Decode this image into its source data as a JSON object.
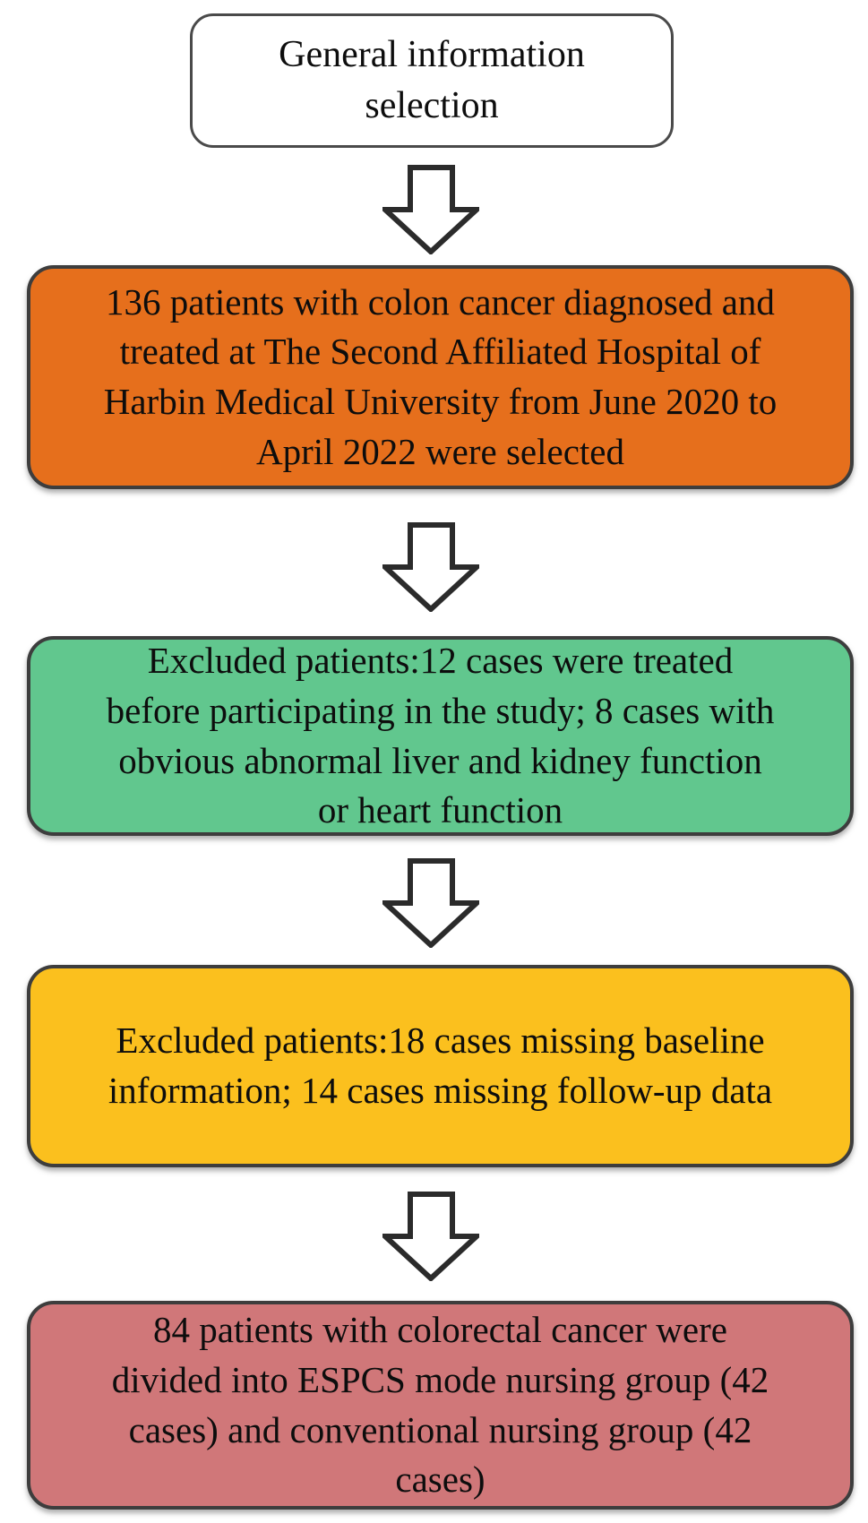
{
  "figure": {
    "type": "flowchart",
    "direction": "top-down",
    "nodes": [
      {
        "id": "start",
        "label": "General information\nselection",
        "fill": "#FFFFFF",
        "border": "#4A4A4A"
      },
      {
        "id": "selected",
        "label": "136 patients with colon cancer diagnosed and\ntreated at The Second Affiliated Hospital of\nHarbin Medical University from June 2020 to\nApril 2022 were selected",
        "fill": "#E66F1C",
        "border": "#3D3D3D"
      },
      {
        "id": "excluded-1",
        "label": "Excluded patients:12 cases were treated\nbefore participating in the study; 8 cases with\nobvious abnormal liver and kidney function\nor heart function",
        "fill": "#61C78E",
        "border": "#3D3D3D"
      },
      {
        "id": "excluded-2",
        "label": "Excluded patients:18 cases missing baseline\ninformation; 14 cases missing follow-up data",
        "fill": "#FBC01E",
        "border": "#3D3D3D"
      },
      {
        "id": "final-groups",
        "label": "84 patients with colorectal cancer were\ndivided into ESPCS mode nursing group (42\ncases) and conventional nursing group (42\ncases)",
        "fill": "#D07779",
        "border": "#3D3D3D"
      }
    ],
    "arrow": {
      "fill": "#FFFFFF",
      "stroke": "#2B2B2B"
    }
  }
}
